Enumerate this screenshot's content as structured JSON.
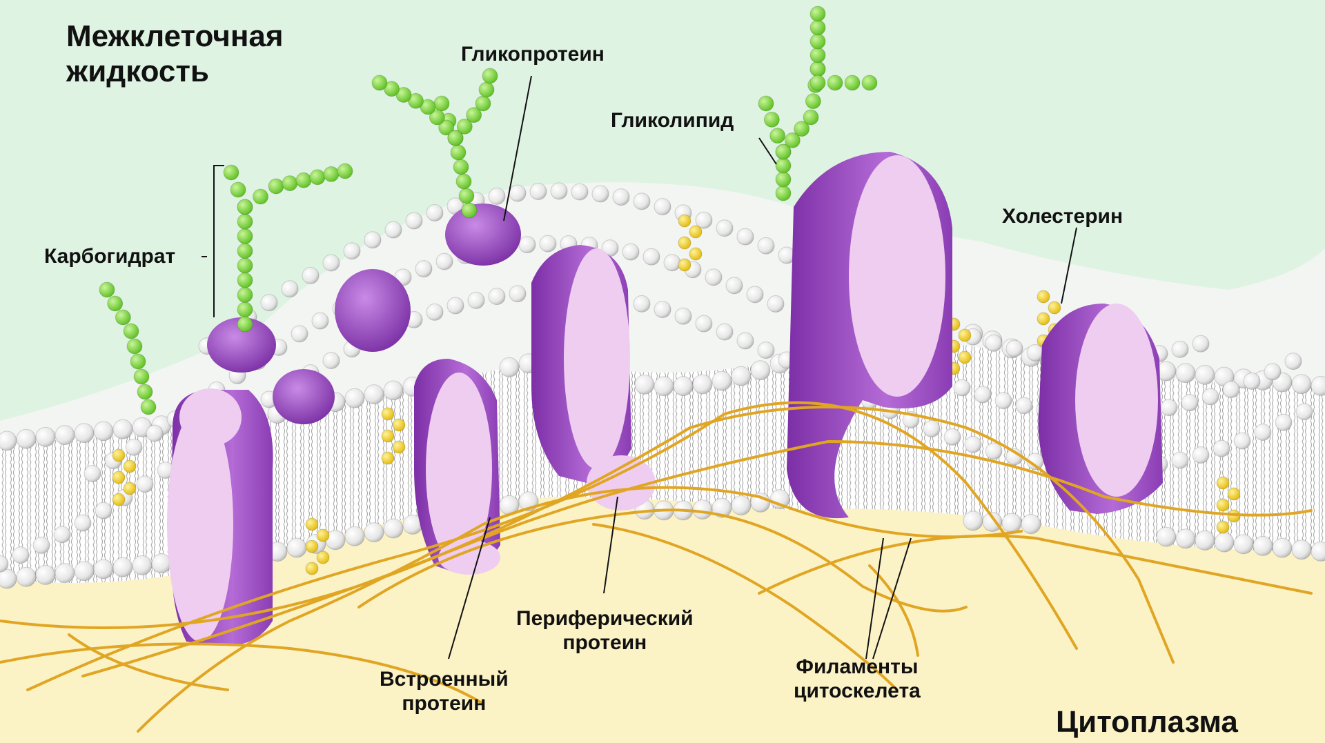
{
  "labels": {
    "extracellular_line1": "Межклеточная",
    "extracellular_line2": "жидкость",
    "glycoprotein": "Гликопротеин",
    "glycolipid": "Гликолипид",
    "carbohydrate": "Карбогидрат",
    "cholesterol": "Холестерин",
    "peripheral_line1": "Периферический",
    "peripheral_line2": "протеин",
    "integral_line1": "Встроенный",
    "integral_line2": "протеин",
    "filaments_line1": "Филаменты",
    "filaments_line2": "цитоскелета",
    "cytoplasm": "Цитоплазма"
  },
  "colors": {
    "extracellular_bg": "#dff3e3",
    "cytoplasm_bg": "#fbf2c6",
    "phospholipid_head": "#f2f2f2",
    "protein_light": "#e9c7ee",
    "protein_dark": "#9b4fbf",
    "carbohydrate": "#7fdc3c",
    "cholesterol": "#f2d21e",
    "filament": "#e0a623"
  }
}
